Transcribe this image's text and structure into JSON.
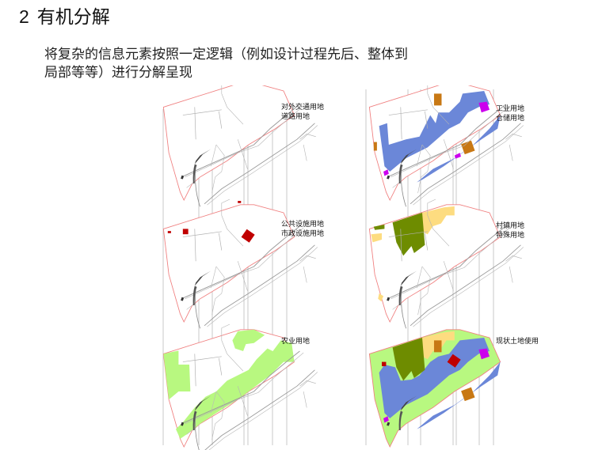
{
  "heading": {
    "number": "2",
    "text": "有机分解"
  },
  "description": {
    "line1": "将复杂的信息元素按照一定逻辑（例如设计过程先后、整体到",
    "line2": "局部等等）进行分解呈现"
  },
  "panels": [
    {
      "id": "transport",
      "labels": [
        "对外交通用地",
        "道路用地"
      ]
    },
    {
      "id": "industry",
      "labels": [
        "工业用地",
        "仓储用地"
      ]
    },
    {
      "id": "public",
      "labels": [
        "公共设施用地",
        "市政设施用地"
      ]
    },
    {
      "id": "village",
      "labels": [
        "村镇用地",
        "特殊用地"
      ]
    },
    {
      "id": "agriculture",
      "labels": [
        "农业用地"
      ]
    },
    {
      "id": "current",
      "labels": [
        "现状土地使用"
      ]
    }
  ],
  "colors": {
    "boundary": "#f08080",
    "road": "#9a9a9a",
    "railway": "#333333",
    "guide_line": "#c8c8c8",
    "industrial_blue": "#6b87d8",
    "storage_brown": "#c87814",
    "special_magenta": "#cc00ee",
    "public_red": "#c00000",
    "village_green": "#6e8c00",
    "village_yellow": "#fddc80",
    "agriculture_green": "#b8f880"
  }
}
